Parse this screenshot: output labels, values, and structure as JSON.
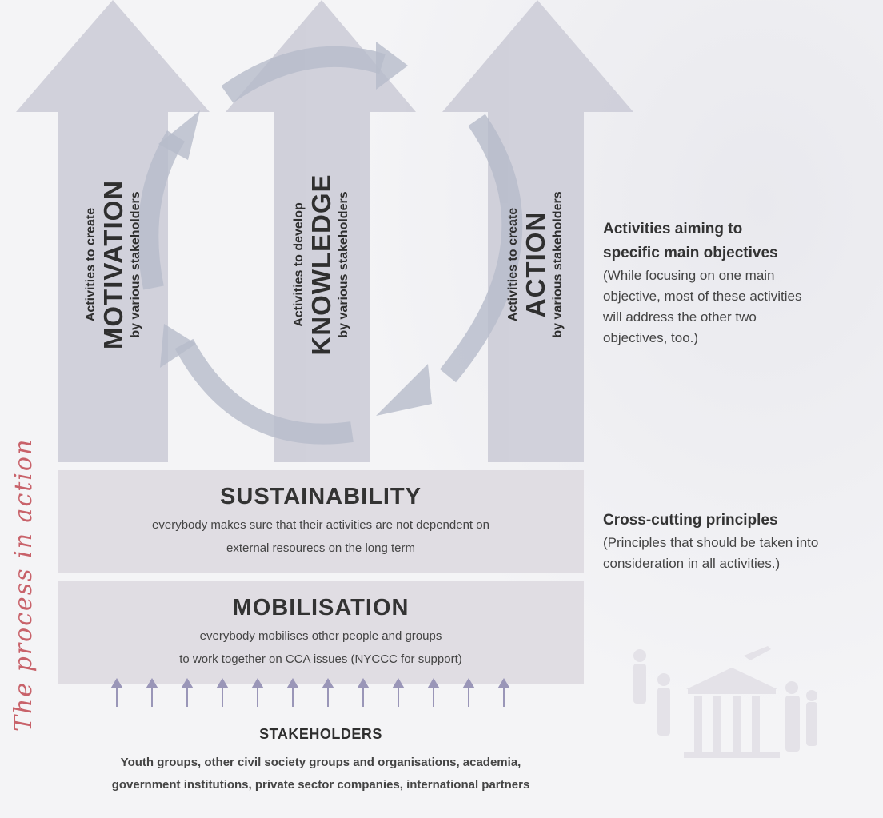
{
  "pillars": [
    {
      "line1": "Activities to create",
      "big": "MOTIVATION",
      "line2": "by various stakeholders"
    },
    {
      "line1": "Activities to develop",
      "big": "KNOWLEDGE",
      "line2": "by various stakeholders"
    },
    {
      "line1": "Activities to create",
      "big": "ACTION",
      "line2": "by various stakeholders"
    }
  ],
  "objectives": {
    "heading_line1": "Activities aiming to",
    "heading_line2": "specific main objectives",
    "desc": [
      "(While focusing on one main",
      "objective, most of these activities",
      "will address the other two",
      "objectives, too.)"
    ]
  },
  "sustainability": {
    "title": "SUSTAINABILITY",
    "line1": "everybody makes sure that their activities are not dependent on",
    "line2": "external resourecs on the long term"
  },
  "mobilisation": {
    "title": "MOBILISATION",
    "line1": "everybody mobilises other people and groups",
    "line2": "to work together on CCA issues (NYCCC for support)"
  },
  "principles": {
    "heading": "Cross-cutting principles",
    "desc": [
      "(Principles that should be taken into",
      "consideration in all activities.)"
    ]
  },
  "stakeholders": {
    "title": "STAKEHOLDERS",
    "line1": "Youth groups, other civil society groups and organisations, academia,",
    "line2": "government institutions, private sector companies, international partners"
  },
  "side_title": "The process in action",
  "colors": {
    "pillar": "#cfcfd9",
    "band": "#e0dde3",
    "cycle": "#b7bccb",
    "accent": "#c8626a",
    "up_arrow": "#9a96b8"
  }
}
